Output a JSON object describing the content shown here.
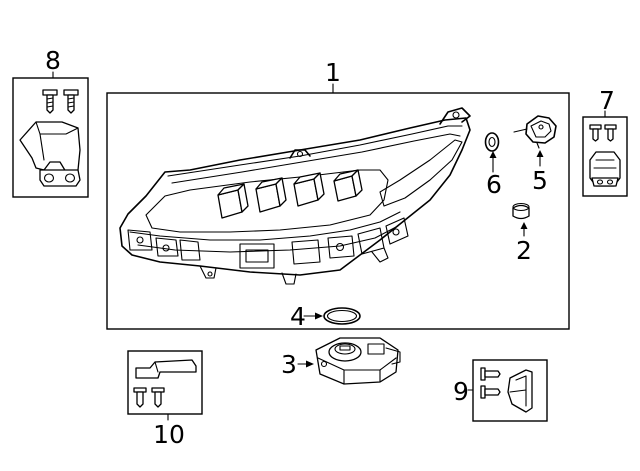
{
  "diagram": {
    "callouts": [
      {
        "id": "headlamp-assembly",
        "label": "1"
      },
      {
        "id": "bulb-socket",
        "label": "2"
      },
      {
        "id": "ballast-module",
        "label": "3"
      },
      {
        "id": "seal-ring",
        "label": "4"
      },
      {
        "id": "leveling-motor",
        "label": "5"
      },
      {
        "id": "grommet",
        "label": "6"
      },
      {
        "id": "repair-kit-right",
        "label": "7"
      },
      {
        "id": "repair-kit-upper-left",
        "label": "8"
      },
      {
        "id": "repair-kit-lower-right",
        "label": "9"
      },
      {
        "id": "repair-kit-lower-left",
        "label": "10"
      }
    ],
    "line_color": "#000000",
    "background_color": "#ffffff"
  }
}
